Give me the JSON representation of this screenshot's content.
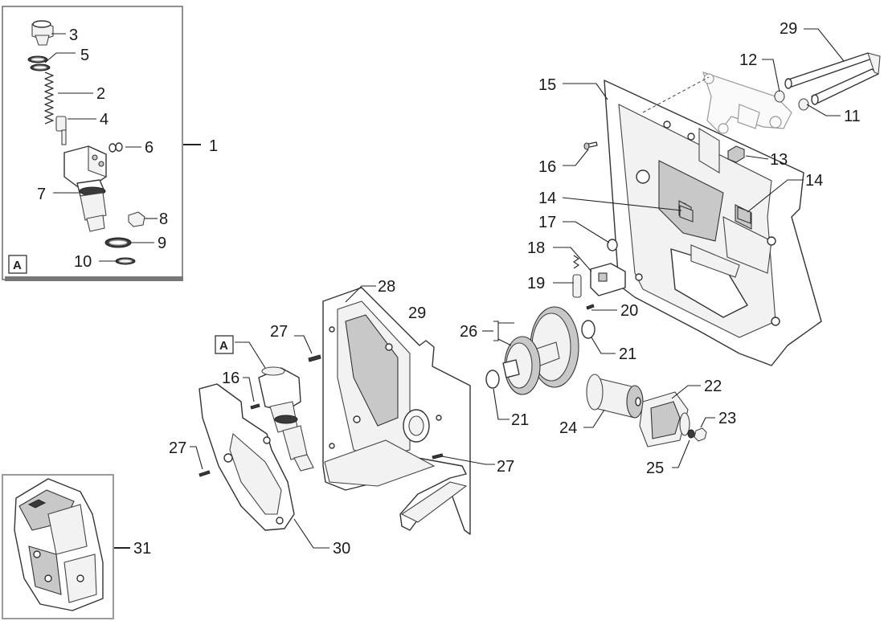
{
  "callouts": {
    "c1": "1",
    "c2": "2",
    "c3": "3",
    "c4": "4",
    "c5": "5",
    "c6": "6",
    "c7": "7",
    "c8": "8",
    "c9": "9",
    "c10": "10",
    "c11": "11",
    "c12": "12",
    "c13": "13",
    "c14a": "14",
    "c14b": "14",
    "c15": "15",
    "c16a": "16",
    "c16b": "16",
    "c17": "17",
    "c18": "18",
    "c19": "19",
    "c20": "20",
    "c21a": "21",
    "c21b": "21",
    "c22": "22",
    "c23": "23",
    "c24": "24",
    "c25": "25",
    "c26": "26",
    "c27a": "27",
    "c27b": "27",
    "c27c": "27",
    "c28": "28",
    "c29a": "29",
    "c29b": "29",
    "c30": "30",
    "c31": "31"
  },
  "detail_tags": {
    "tag_a_inset": "A",
    "tag_a_main": "A"
  }
}
